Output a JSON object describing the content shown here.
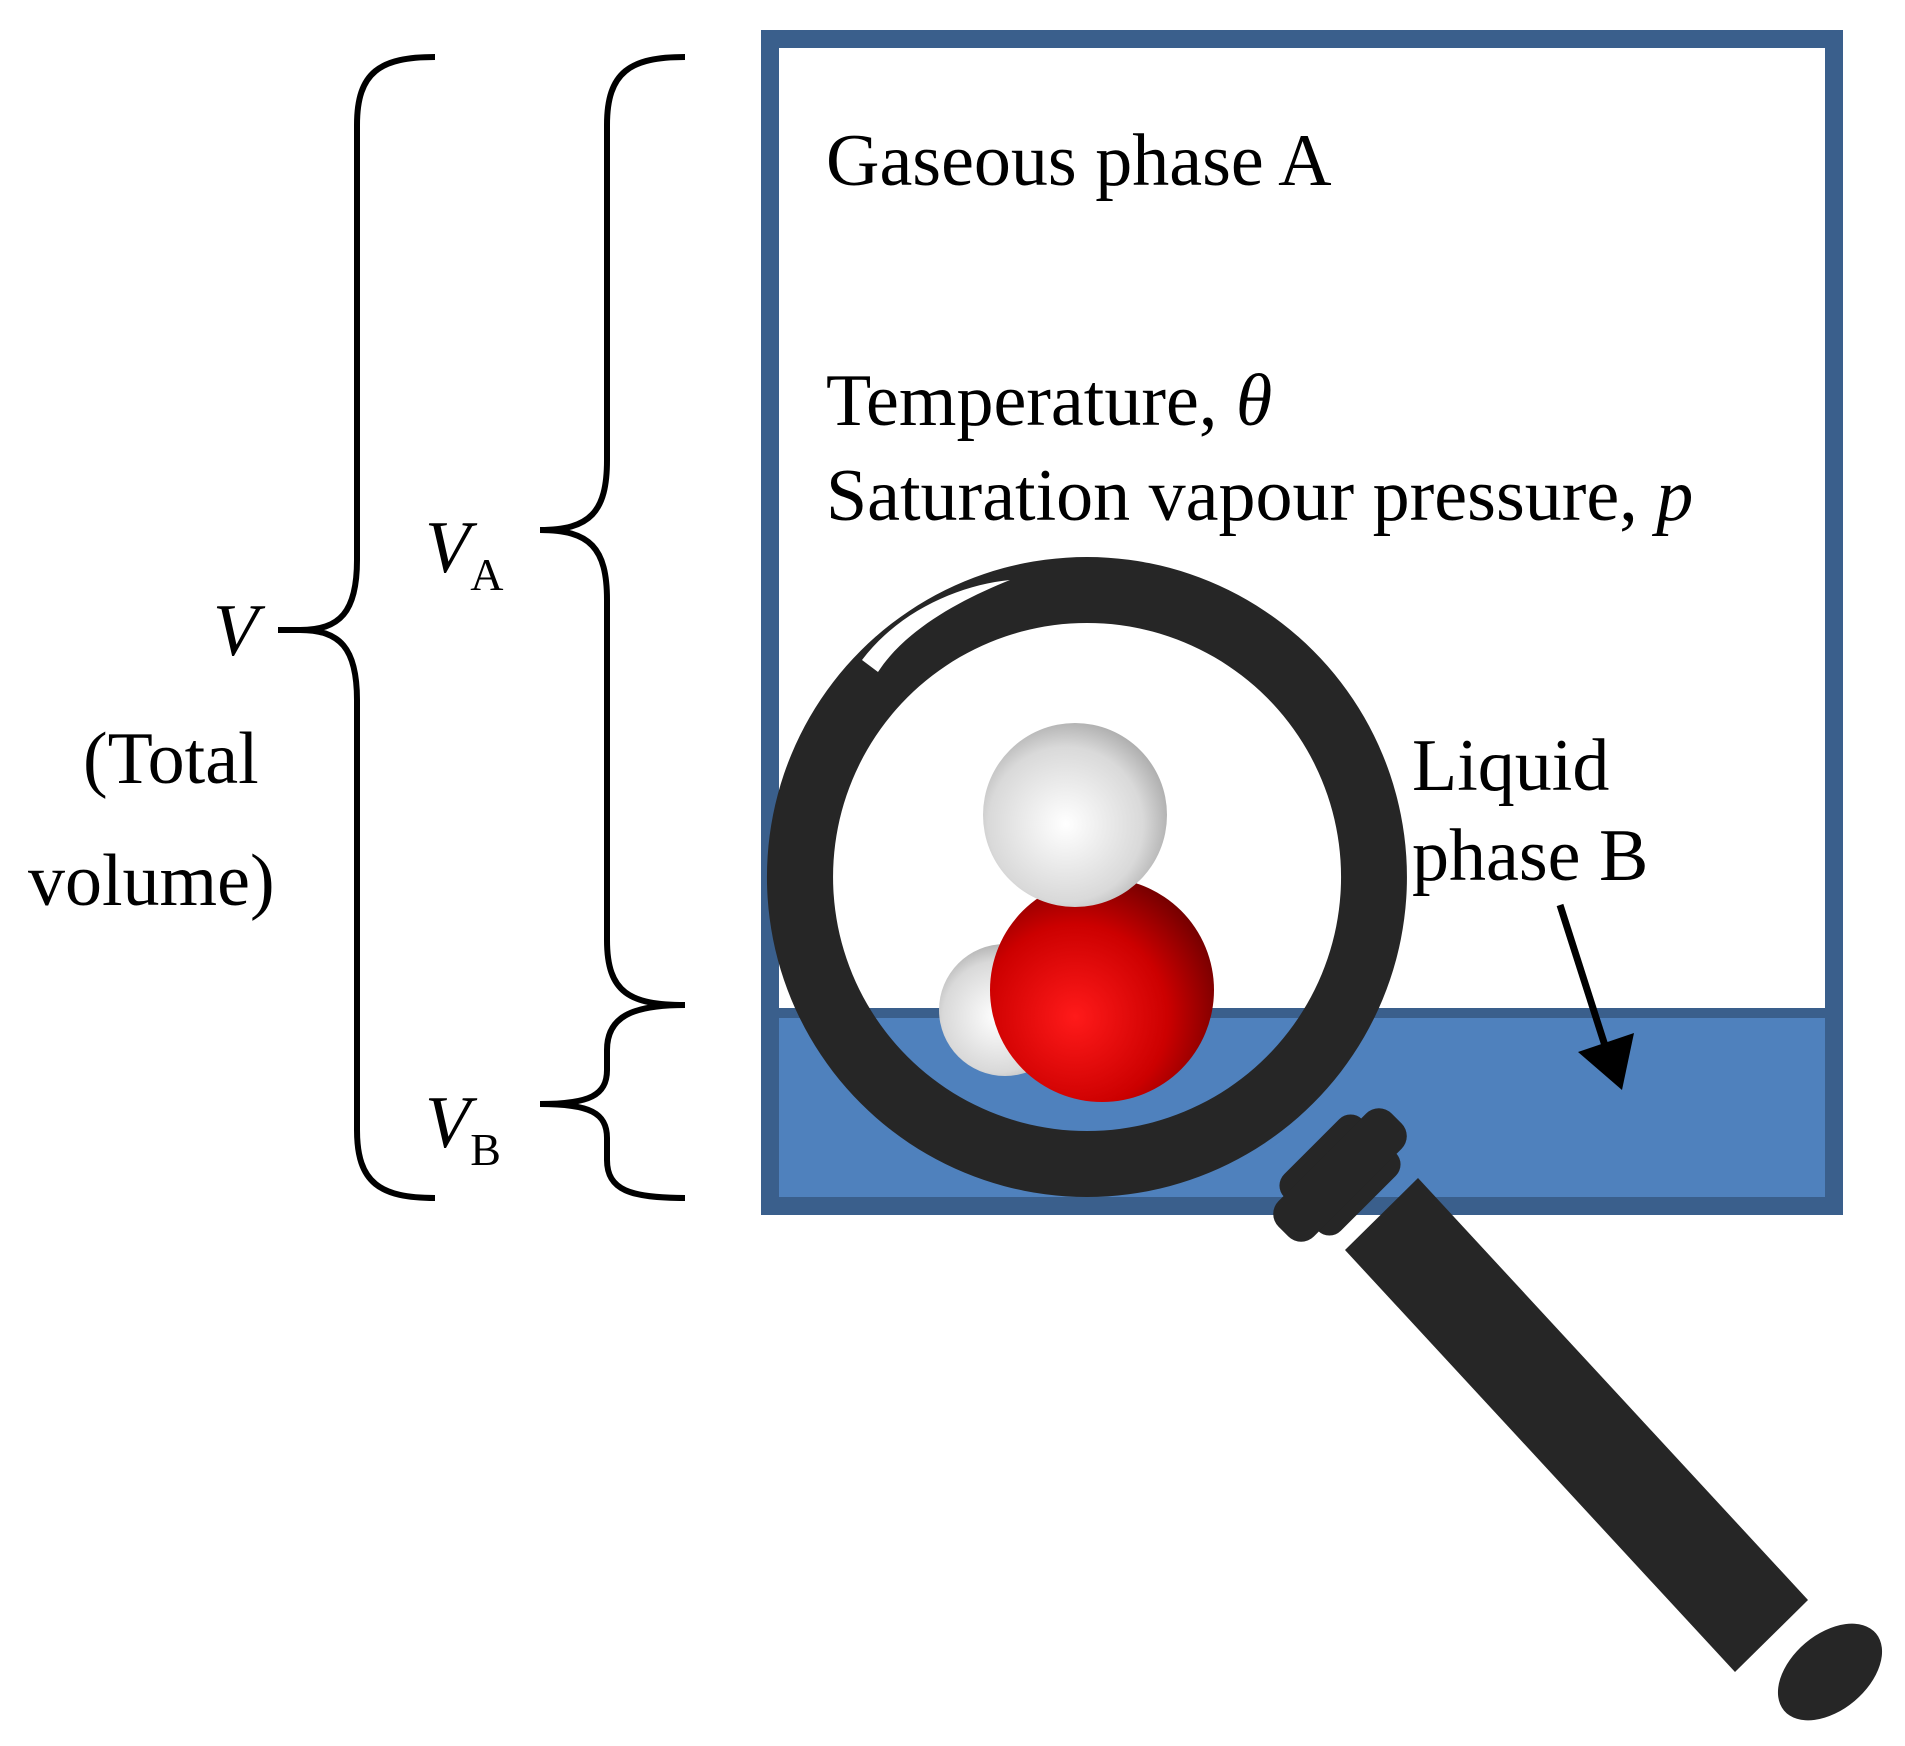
{
  "labels": {
    "gas_phase": "Gaseous phase A",
    "temperature": "Temperature, ",
    "temperature_symbol": "θ",
    "saturation": "Saturation vapour pressure, ",
    "saturation_symbol": "p",
    "liquid_line1": "Liquid",
    "liquid_line2": "phase B",
    "v_total_symbol": "V",
    "total_volume_line1": "(Total",
    "total_volume_line2": "volume)",
    "v_a_symbol": "V",
    "v_a_subscript": "A",
    "v_b_symbol": "V",
    "v_b_subscript": "B"
  },
  "colors": {
    "container_border": "#3a5f8c",
    "liquid_fill": "#4f81bd",
    "magnifier": "#262626",
    "oxygen": "#e00000",
    "hydrogen": "#e6e6e6",
    "text": "#000000"
  },
  "icons": {
    "magnifier": "magnifying-glass-icon",
    "molecule": "water-molecule-icon"
  }
}
